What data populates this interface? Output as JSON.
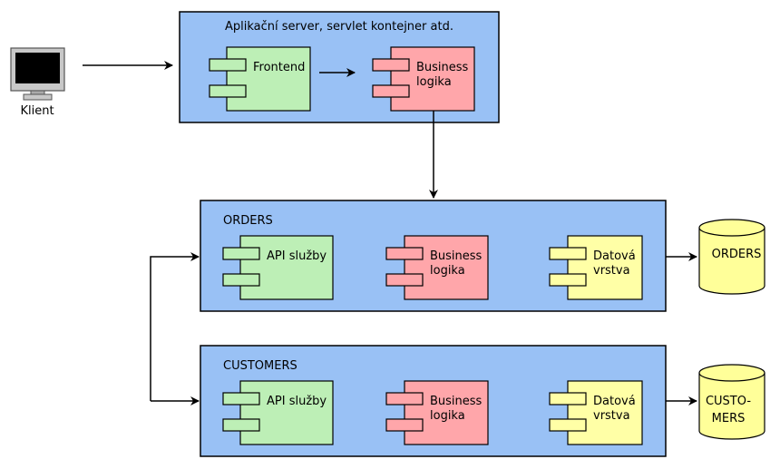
{
  "client": {
    "label": "Klient"
  },
  "app_server": {
    "title": "Aplikační server, servlet kontejner atd.",
    "frontend": {
      "line1": "Frontend"
    },
    "business": {
      "line1": "Business",
      "line2": "logika"
    }
  },
  "orders_service": {
    "title": "ORDERS",
    "api": {
      "line1": "API služby"
    },
    "business": {
      "line1": "Business",
      "line2": "logika"
    },
    "data": {
      "line1": "Datová",
      "line2": "vrstva"
    },
    "db": {
      "line1": "ORDERS"
    }
  },
  "customers_service": {
    "title": "CUSTOMERS",
    "api": {
      "line1": "API služby"
    },
    "business": {
      "line1": "Business",
      "line2": "logika"
    },
    "data": {
      "line1": "Datová",
      "line2": "vrstva"
    },
    "db": {
      "line1": "CUSTO-",
      "line2": "MERS"
    }
  },
  "colors": {
    "container": "#99c1f5",
    "api": "#bdefb6",
    "business": "#ffa6aa",
    "data": "#ffffa6",
    "database": "#ffff99"
  }
}
